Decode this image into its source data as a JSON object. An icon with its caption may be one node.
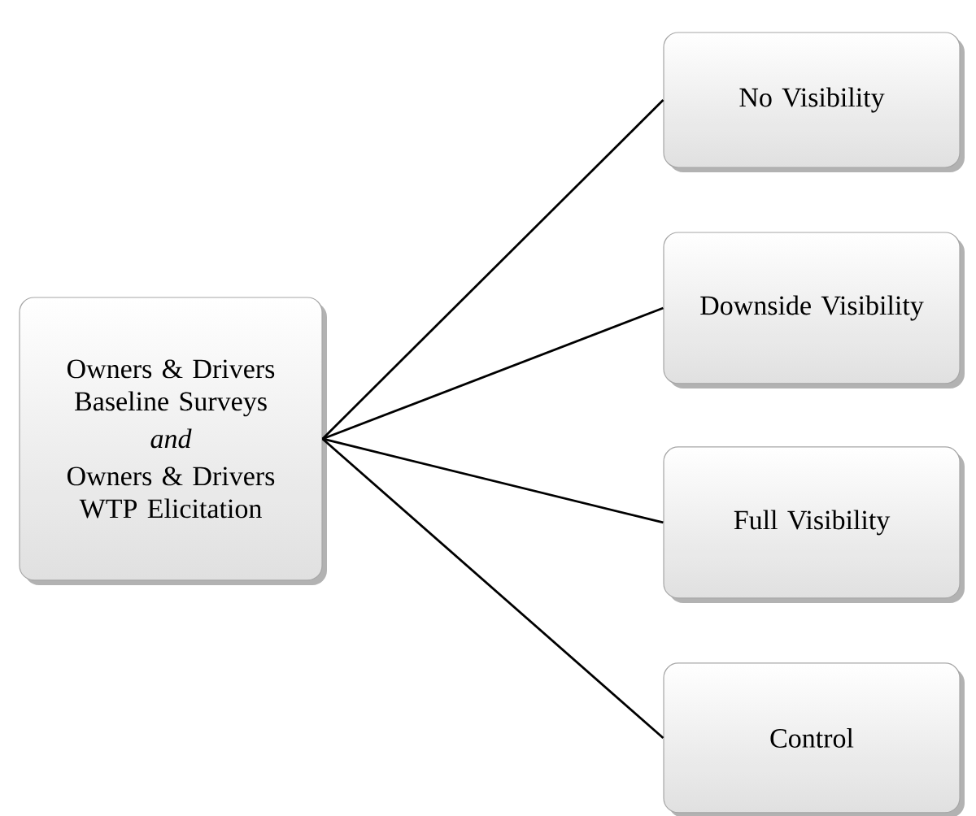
{
  "diagram": {
    "nodes": [
      {
        "text": [
          "Owners & Drivers Baseline Surveys",
          "and",
          "Owners & Drivers WTP Elicitation"
        ]
      },
      {
        "text": [
          "No Visibility"
        ]
      },
      {
        "text": [
          "Downside Visibility"
        ]
      },
      {
        "text": [
          "Full Visibility"
        ]
      },
      {
        "text": [
          "Control"
        ]
      }
    ],
    "edges": [
      {
        "from": 0,
        "to": 1,
        "arrow": "none"
      },
      {
        "from": 0,
        "to": 2,
        "arrow": "none"
      },
      {
        "from": 0,
        "to": 3,
        "arrow": "none"
      },
      {
        "from": 0,
        "to": 4,
        "arrow": "none"
      }
    ]
  }
}
